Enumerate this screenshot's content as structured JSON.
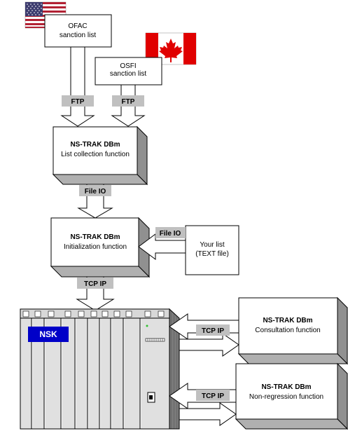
{
  "sources": {
    "ofac": {
      "line1": "OFAC",
      "line2": "sanction list",
      "flag": "us-flag"
    },
    "osfi": {
      "line1": "OSFI",
      "line2": "sanction list",
      "flag": "canada-flag"
    }
  },
  "connectors": {
    "ftp_left": "FTP",
    "ftp_right": "FTP",
    "file_io_1": "File IO",
    "file_io_2": "File IO",
    "tcpip_1": "TCP IP",
    "tcpip_2": "TCP IP",
    "tcpip_3": "TCP IP"
  },
  "boxes": {
    "collection": {
      "title": "NS-TRAK DBm",
      "subtitle": "List collection function"
    },
    "initialization": {
      "title": "NS-TRAK DBm",
      "subtitle": "Initialization function"
    },
    "yourlist": {
      "line1": "Your list",
      "line2": "(TEXT file)"
    },
    "consultation": {
      "title": "NS-TRAK DBm",
      "subtitle": "Consultation function"
    },
    "nonregression": {
      "title": "NS-TRAK DBm",
      "subtitle": "Non-regression function"
    }
  },
  "server": {
    "label": "NSK"
  },
  "colors": {
    "box_side": "#909090",
    "box_top": "#c4c4c4",
    "label_bg": "#c0c0c0",
    "nsk_blue": "#0000c8",
    "server_face": "#e0e0e0"
  }
}
